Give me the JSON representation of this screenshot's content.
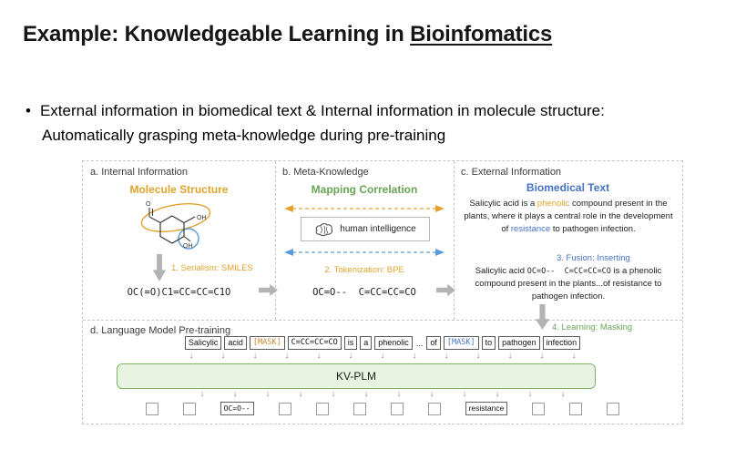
{
  "colors": {
    "orange": "#DFA32E",
    "green": "#67A455",
    "blue": "#4472C4",
    "mask_orange": "#C9862B",
    "model_fill": "#E9F3E1",
    "model_border": "#7FB566",
    "gray_arrow": "#B3B3B3"
  },
  "slide": {
    "title": {
      "prefix": "Example: Knowledgeable Learning in ",
      "underlined": "Bioinfomatics"
    },
    "bullet": {
      "marker": "•",
      "line1": "External information in biomedical text & Internal information in molecule structure:",
      "line2": "Automatically grasping meta-knowledge during pre-training"
    }
  },
  "figure": {
    "panel_a": {
      "label": "a. Internal Information",
      "subtitle": "Molecule Structure",
      "molecule": {
        "top": "OH",
        "o": "O",
        "bottom": "OH"
      },
      "step": "1. Serialism: SMILES",
      "smiles": "OC(=O)C1=CC=CC=C1O"
    },
    "panel_b": {
      "label": "b. Meta-Knowledge",
      "subtitle": "Mapping Correlation",
      "human": "human intelligence",
      "step": "2. Tokenization: BPE",
      "tokens": "OC=O--  C=CC=CC=CO"
    },
    "panel_c": {
      "label": "c. External Information",
      "subtitle": "Biomedical Text",
      "paragraph": [
        {
          "text": "Salicylic acid is a ",
          "style": ""
        },
        {
          "text": "phenolic",
          "style": "c-orange"
        },
        {
          "text": " compound present in the plants, where it plays a central role in the development of ",
          "style": ""
        },
        {
          "text": "resistance",
          "style": "c-blue"
        },
        {
          "text": " to pathogen infection.",
          "style": ""
        }
      ],
      "step": "3. Fusion: Inserting",
      "fused_paragraph": [
        {
          "text": "Salicylic acid ",
          "style": ""
        },
        {
          "text": "OC=O--  C=CC=CC=CO",
          "style": "c-mono"
        },
        {
          "text": " is a phenolic compound present in the plants...of resistance to pathogen infection.",
          "style": ""
        }
      ]
    },
    "panel_d": {
      "label": "d. Language Model Pre-training",
      "step": "4. Learning: Masking",
      "model": "KV-PLM",
      "tokens": [
        {
          "text": "Salicylic",
          "style": "tok"
        },
        {
          "text": "acid",
          "style": "tok"
        },
        {
          "text": "[MASK]",
          "style": "tok mono mask-o"
        },
        {
          "text": "C=CC=CC=CO",
          "style": "tok mono"
        },
        {
          "text": "is",
          "style": "tok"
        },
        {
          "text": "a",
          "style": "tok"
        },
        {
          "text": "phenolic",
          "style": "tok"
        },
        {
          "text": "...",
          "style": "plain"
        },
        {
          "text": "of",
          "style": "tok"
        },
        {
          "text": "[MASK]",
          "style": "tok mono mask-b"
        },
        {
          "text": "to",
          "style": "tok"
        },
        {
          "text": "pathogen",
          "style": "tok"
        },
        {
          "text": "infection",
          "style": "tok"
        }
      ],
      "outputs": [
        {
          "text": "",
          "style": "out"
        },
        {
          "text": "",
          "style": "out"
        },
        {
          "text": "OC=O--",
          "style": "out fill mono c-blue2"
        },
        {
          "text": "",
          "style": "out"
        },
        {
          "text": "",
          "style": "out"
        },
        {
          "text": "",
          "style": "out"
        },
        {
          "text": "",
          "style": "out"
        },
        {
          "text": "",
          "style": "out"
        },
        {
          "text": "resistance",
          "style": "out fill"
        },
        {
          "text": "",
          "style": "out"
        },
        {
          "text": "",
          "style": "out"
        },
        {
          "text": "",
          "style": "out"
        }
      ]
    }
  }
}
